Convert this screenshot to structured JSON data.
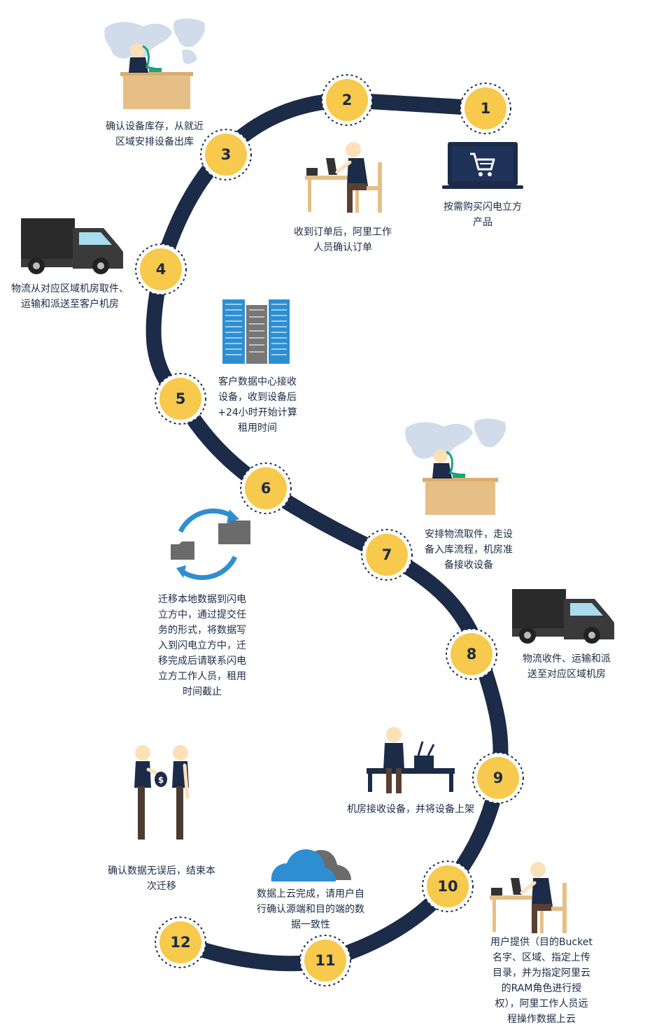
{
  "colors": {
    "path": "#1b2b48",
    "node_fill": "#f7c94c",
    "node_text": "#1b2b45",
    "accent_blue": "#2d8fd2",
    "monitor": "#1b2b48",
    "desk": "#e6bf86",
    "gray": "#6b6b6b"
  },
  "steps": [
    {
      "num": "1",
      "label": "按需购买闪电立方\n产品",
      "icon": "laptop-cart-icon"
    },
    {
      "num": "2",
      "label": "收到订单后，阿里工作\n人员确认订单",
      "icon": "worker-at-desk-icon"
    },
    {
      "num": "3",
      "label": "确认设备库存，从就近\n区域安排设备出库",
      "icon": "operator-world-map-icon"
    },
    {
      "num": "4",
      "label": "物流从对应区域机房取件、\n运输和派送至客户机房",
      "icon": "truck-icon"
    },
    {
      "num": "5",
      "label": "客户数据中心接收\n设备，收到设备后\n+24小时开始计算\n租用时间",
      "icon": "datacenter-buildings-icon"
    },
    {
      "num": "6",
      "label": "迁移本地数据到闪电\n立方中，通过提交任\n务的形式，将数据写\n入到闪电立方中，迁\n移完成后请联系闪电\n立方工作人员，租用\n时间截止",
      "icon": "folder-sync-icon"
    },
    {
      "num": "7",
      "label": "安排物流取件，走设\n备入库流程，机房准\n备接收设备",
      "icon": "operator-world-map-icon"
    },
    {
      "num": "8",
      "label": "物流收件、运输和派\n送至对应区域机房",
      "icon": "truck-icon"
    },
    {
      "num": "9",
      "label": "机房接收设备，并将设备上架",
      "icon": "worker-rack-icon"
    },
    {
      "num": "10",
      "label": "用户提供（目的Bucket\n名字、区域、指定上传\n目录，并为指定阿里云\n的RAM角色进行授\n权），阿里工作人员远\n程操作数据上云",
      "icon": "worker-at-desk-icon"
    },
    {
      "num": "11",
      "label": "数据上云完成，请用户自\n行确认源端和目的端的数\n据一致性",
      "icon": "cloud-icon"
    },
    {
      "num": "12",
      "label": "确认数据无误后，结束本\n次迁移",
      "icon": "handshake-payment-icon"
    }
  ]
}
